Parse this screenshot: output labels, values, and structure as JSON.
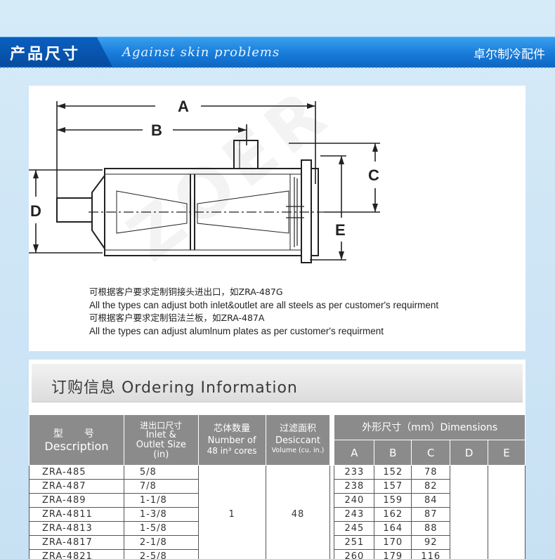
{
  "header": {
    "title": "产品尺寸",
    "slogan": "Against skin problems",
    "company": "卓尔制冷配件"
  },
  "drawing": {
    "labels": {
      "a": "A",
      "b": "B",
      "c": "C",
      "d": "D",
      "e": "E"
    },
    "watermark": "ZOER",
    "notes": [
      "可根据客户要求定制铜接头进出口，如ZRA-487G",
      "All the types can adjust both inlet&outlet are all steels as per customer's requirment",
      "可根据客户要求定制铝法兰板，如ZRA-487A",
      "All the types can adjust alumlnum plates as per customer's requirment"
    ]
  },
  "ordering": {
    "title": "订购信息 Ordering Information",
    "headers": {
      "model_cn": "型　号",
      "model_en": "Description",
      "size_cn": "进出口尺寸",
      "size_en1": "Inlet &",
      "size_en2": "Outlet Size",
      "size_en3": "(in)",
      "core_cn": "芯体数量",
      "core_en1": "Number of",
      "core_en2": "48 in³ cores",
      "filter_cn": "过滤面积",
      "filter_en1": "Desiccant",
      "filter_en2": "Volume (cu. in.)",
      "dims": "外形尺寸（mm）Dimensions",
      "a": "A",
      "b": "B",
      "c": "C",
      "d": "D",
      "e": "E"
    },
    "cores": "1",
    "volume": "48",
    "rows": [
      {
        "model": "ZRA-485",
        "size": "5/8",
        "a": "233",
        "b": "152",
        "c": "78"
      },
      {
        "model": "ZRA-487",
        "size": "7/8",
        "a": "238",
        "b": "157",
        "c": "82"
      },
      {
        "model": "ZRA-489",
        "size": "1-1/8",
        "a": "240",
        "b": "159",
        "c": "84"
      },
      {
        "model": "ZRA-4811",
        "size": "1-3/8",
        "a": "243",
        "b": "162",
        "c": "87"
      },
      {
        "model": "ZRA-4813",
        "size": "1-5/8",
        "a": "245",
        "b": "164",
        "c": "88"
      },
      {
        "model": "ZRA-4817",
        "size": "2-1/8",
        "a": "251",
        "b": "170",
        "c": "92"
      },
      {
        "model": "ZRA-4821",
        "size": "2-5/8",
        "a": "260",
        "b": "179",
        "c": "116"
      }
    ]
  }
}
